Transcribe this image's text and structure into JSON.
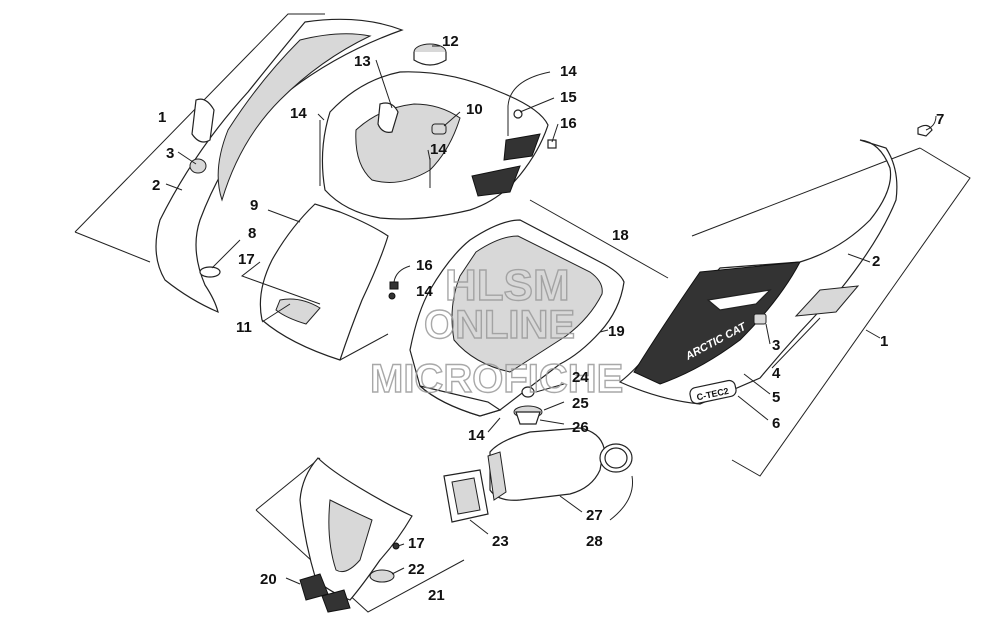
{
  "callouts": [
    {
      "id": "c1a",
      "text": "1"
    },
    {
      "id": "c1b",
      "text": "1"
    },
    {
      "id": "c2a",
      "text": "2"
    },
    {
      "id": "c2b",
      "text": "2"
    },
    {
      "id": "c3a",
      "text": "3"
    },
    {
      "id": "c3b",
      "text": "3"
    },
    {
      "id": "c4",
      "text": "4"
    },
    {
      "id": "c5",
      "text": "5"
    },
    {
      "id": "c6",
      "text": "6"
    },
    {
      "id": "c7",
      "text": "7"
    },
    {
      "id": "c8",
      "text": "8"
    },
    {
      "id": "c9",
      "text": "9"
    },
    {
      "id": "c10",
      "text": "10"
    },
    {
      "id": "c11",
      "text": "11"
    },
    {
      "id": "c12",
      "text": "12"
    },
    {
      "id": "c13",
      "text": "13"
    },
    {
      "id": "c14a",
      "text": "14"
    },
    {
      "id": "c14b",
      "text": "14"
    },
    {
      "id": "c14c",
      "text": "14"
    },
    {
      "id": "c14d",
      "text": "14"
    },
    {
      "id": "c14e",
      "text": "14"
    },
    {
      "id": "c15",
      "text": "15"
    },
    {
      "id": "c16a",
      "text": "16"
    },
    {
      "id": "c16b",
      "text": "16"
    },
    {
      "id": "c17a",
      "text": "17"
    },
    {
      "id": "c17b",
      "text": "17"
    },
    {
      "id": "c18",
      "text": "18"
    },
    {
      "id": "c19",
      "text": "19"
    },
    {
      "id": "c20",
      "text": "20"
    },
    {
      "id": "c21",
      "text": "21"
    },
    {
      "id": "c22",
      "text": "22"
    },
    {
      "id": "c23",
      "text": "23"
    },
    {
      "id": "c24",
      "text": "24"
    },
    {
      "id": "c25",
      "text": "25"
    },
    {
      "id": "c26",
      "text": "26"
    },
    {
      "id": "c27",
      "text": "27"
    },
    {
      "id": "c28",
      "text": "28"
    }
  ],
  "watermark": {
    "line1": "HLSM",
    "line2": "ONLINE",
    "line3": "MICROFICHE"
  },
  "decals": {
    "brand": "ARCTIC CAT",
    "model": "C-TEC2"
  }
}
